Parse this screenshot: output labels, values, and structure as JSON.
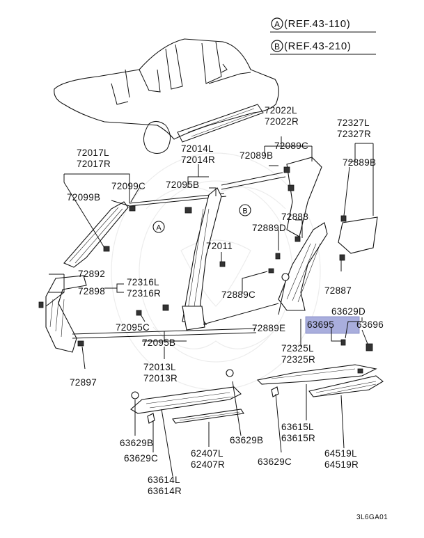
{
  "references": [
    {
      "circle": "A",
      "text": "(REF.43-110)"
    },
    {
      "circle": "B",
      "text": "(REF.43-210)"
    }
  ],
  "callouts": {
    "a": "A",
    "b": "B"
  },
  "labels": [
    {
      "id": "72022",
      "lines": [
        "72022L",
        "72022R"
      ]
    },
    {
      "id": "72327",
      "lines": [
        "72327L",
        "72327R"
      ]
    },
    {
      "id": "72089C_top",
      "lines": [
        "72089C"
      ]
    },
    {
      "id": "72089B",
      "lines": [
        "72089B"
      ]
    },
    {
      "id": "72889B",
      "lines": [
        "72889B"
      ]
    },
    {
      "id": "72017",
      "lines": [
        "72017L",
        "72017R"
      ]
    },
    {
      "id": "72014",
      "lines": [
        "72014L",
        "72014R"
      ]
    },
    {
      "id": "72099C",
      "lines": [
        "72099C"
      ]
    },
    {
      "id": "72095B_top",
      "lines": [
        "72095B"
      ]
    },
    {
      "id": "72099B",
      "lines": [
        "72099B"
      ]
    },
    {
      "id": "72888",
      "lines": [
        "72888"
      ]
    },
    {
      "id": "72889D",
      "lines": [
        "72889D"
      ]
    },
    {
      "id": "72011",
      "lines": [
        "72011"
      ]
    },
    {
      "id": "72887",
      "lines": [
        "72887"
      ]
    },
    {
      "id": "72892",
      "lines": [
        "72892"
      ]
    },
    {
      "id": "72898",
      "lines": [
        "72898"
      ]
    },
    {
      "id": "72316",
      "lines": [
        "72316L",
        "72316R"
      ]
    },
    {
      "id": "72889C",
      "lines": [
        "72889C"
      ]
    },
    {
      "id": "63629D",
      "lines": [
        "63629D"
      ]
    },
    {
      "id": "63695",
      "lines": [
        "63695"
      ]
    },
    {
      "id": "63696",
      "lines": [
        "63696"
      ]
    },
    {
      "id": "72095C",
      "lines": [
        "72095C"
      ]
    },
    {
      "id": "72889E",
      "lines": [
        "72889E"
      ]
    },
    {
      "id": "72095B_bottom",
      "lines": [
        "72095B"
      ]
    },
    {
      "id": "72325",
      "lines": [
        "72325L",
        "72325R"
      ]
    },
    {
      "id": "72013",
      "lines": [
        "72013L",
        "72013R"
      ]
    },
    {
      "id": "72897",
      "lines": [
        "72897"
      ]
    },
    {
      "id": "63629B_left",
      "lines": [
        "63629B"
      ]
    },
    {
      "id": "63629B_right",
      "lines": [
        "63629B"
      ]
    },
    {
      "id": "63615",
      "lines": [
        "63615L",
        "63615R"
      ]
    },
    {
      "id": "63629C_left",
      "lines": [
        "63629C"
      ]
    },
    {
      "id": "62407",
      "lines": [
        "62407L",
        "62407R"
      ]
    },
    {
      "id": "63629C_right",
      "lines": [
        "63629C"
      ]
    },
    {
      "id": "64519",
      "lines": [
        "64519L",
        "64519R"
      ]
    },
    {
      "id": "63614",
      "lines": [
        "63614L",
        "63614R"
      ]
    }
  ],
  "highlight": {
    "label": "63695",
    "color": "#a9aedd"
  },
  "diagram_code": "3L6GA01"
}
